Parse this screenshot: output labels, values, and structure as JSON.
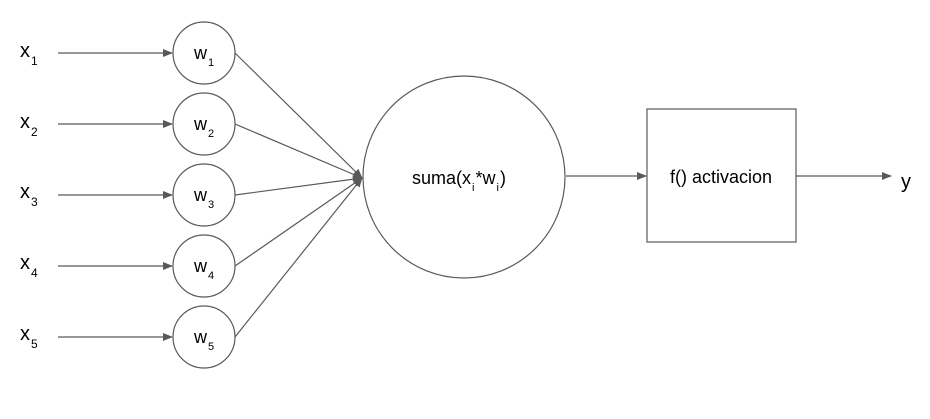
{
  "colors": {
    "stroke": "#595959",
    "text": "#000000",
    "background": "#ffffff"
  },
  "inputs": [
    {
      "var": "x",
      "index": "1",
      "weight_var": "w",
      "weight_index": "1"
    },
    {
      "var": "x",
      "index": "2",
      "weight_var": "w",
      "weight_index": "2"
    },
    {
      "var": "x",
      "index": "3",
      "weight_var": "w",
      "weight_index": "3"
    },
    {
      "var": "x",
      "index": "4",
      "weight_var": "w",
      "weight_index": "4"
    },
    {
      "var": "x",
      "index": "5",
      "weight_var": "w",
      "weight_index": "5"
    }
  ],
  "sum_node": {
    "prefix": "suma(x",
    "sub1": "i",
    "middle": "*w",
    "sub2": "i",
    "suffix": ")"
  },
  "activation_node": {
    "label": "f() activacion"
  },
  "output": {
    "label": "y"
  }
}
